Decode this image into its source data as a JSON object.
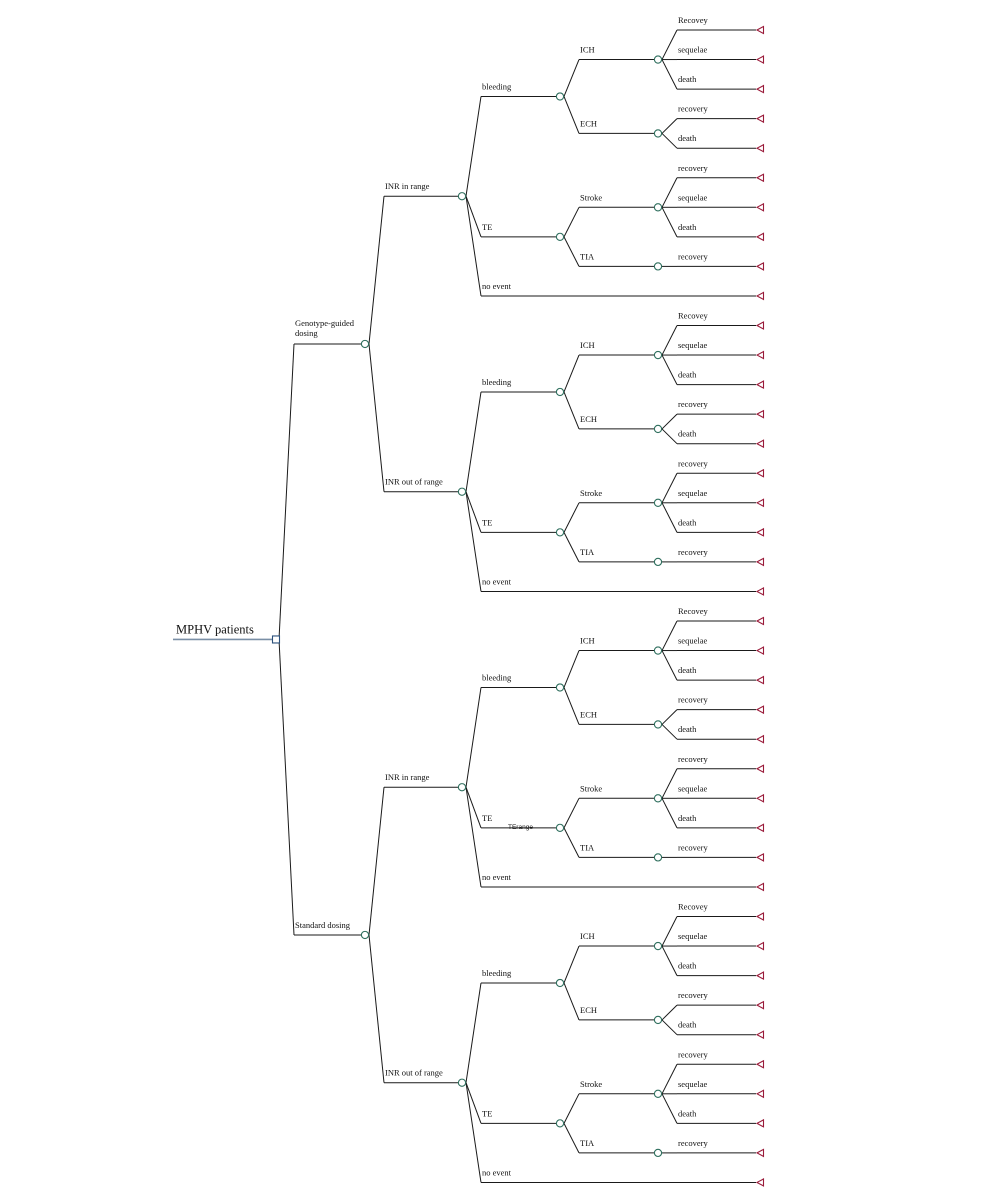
{
  "colors": {
    "line": "#1a1a1a",
    "decision_node": "#2a4f7a",
    "chance_node": "#2f6f5e",
    "terminal_node": "#9a1b3a",
    "root_underline": "#7a8fa6"
  },
  "tree": {
    "label": "MPHV patients",
    "node": "decision",
    "children": [
      {
        "label": "Genotype-guided dosing",
        "node": "chance",
        "children": [
          {
            "label": "INR in range",
            "node": "chance",
            "children": [
              {
                "label": "bleeding",
                "node": "chance",
                "children": [
                  {
                    "label": "ICH",
                    "node": "chance",
                    "children": [
                      {
                        "label": "Recovey",
                        "node": "terminal"
                      },
                      {
                        "label": "sequelae",
                        "node": "terminal"
                      },
                      {
                        "label": "death",
                        "node": "terminal"
                      }
                    ]
                  },
                  {
                    "label": "ECH",
                    "node": "chance",
                    "children": [
                      {
                        "label": "recovery",
                        "node": "terminal"
                      },
                      {
                        "label": "death",
                        "node": "terminal"
                      }
                    ]
                  }
                ]
              },
              {
                "label": "TE",
                "node": "chance",
                "children": [
                  {
                    "label": "Stroke",
                    "node": "chance",
                    "children": [
                      {
                        "label": "recovery",
                        "node": "terminal"
                      },
                      {
                        "label": "sequelae",
                        "node": "terminal"
                      },
                      {
                        "label": "death",
                        "node": "terminal"
                      }
                    ]
                  },
                  {
                    "label": "TIA",
                    "node": "chance",
                    "children": [
                      {
                        "label": "recovery",
                        "node": "terminal"
                      }
                    ]
                  }
                ]
              },
              {
                "label": "no event",
                "node": "terminal"
              }
            ]
          },
          {
            "label": "INR out of range",
            "node": "chance",
            "children": [
              {
                "label": "bleeding",
                "node": "chance",
                "children": [
                  {
                    "label": "ICH",
                    "node": "chance",
                    "children": [
                      {
                        "label": "Recovey",
                        "node": "terminal"
                      },
                      {
                        "label": "sequelae",
                        "node": "terminal"
                      },
                      {
                        "label": "death",
                        "node": "terminal"
                      }
                    ]
                  },
                  {
                    "label": "ECH",
                    "node": "chance",
                    "children": [
                      {
                        "label": "recovery",
                        "node": "terminal"
                      },
                      {
                        "label": "death",
                        "node": "terminal"
                      }
                    ]
                  }
                ]
              },
              {
                "label": "TE",
                "node": "chance",
                "children": [
                  {
                    "label": "Stroke",
                    "node": "chance",
                    "children": [
                      {
                        "label": "recovery",
                        "node": "terminal"
                      },
                      {
                        "label": "sequelae",
                        "node": "terminal"
                      },
                      {
                        "label": "death",
                        "node": "terminal"
                      }
                    ]
                  },
                  {
                    "label": "TIA",
                    "node": "chance",
                    "children": [
                      {
                        "label": "recovery",
                        "node": "terminal"
                      }
                    ]
                  }
                ]
              },
              {
                "label": "no event",
                "node": "terminal"
              }
            ]
          }
        ]
      },
      {
        "label": "Standard dosing",
        "node": "chance",
        "children": [
          {
            "label": "INR in range",
            "node": "chance",
            "children": [
              {
                "label": "bleeding",
                "node": "chance",
                "children": [
                  {
                    "label": "ICH",
                    "node": "chance",
                    "children": [
                      {
                        "label": "Recovey",
                        "node": "terminal"
                      },
                      {
                        "label": "sequelae",
                        "node": "terminal"
                      },
                      {
                        "label": "death",
                        "node": "terminal"
                      }
                    ]
                  },
                  {
                    "label": "ECH",
                    "node": "chance",
                    "children": [
                      {
                        "label": "recovery",
                        "node": "terminal"
                      },
                      {
                        "label": "death",
                        "node": "terminal"
                      }
                    ]
                  }
                ]
              },
              {
                "label": "TE",
                "node": "chance",
                "annotation": "TErange",
                "children": [
                  {
                    "label": "Stroke",
                    "node": "chance",
                    "children": [
                      {
                        "label": "recovery",
                        "node": "terminal"
                      },
                      {
                        "label": "sequelae",
                        "node": "terminal"
                      },
                      {
                        "label": "death",
                        "node": "terminal"
                      }
                    ]
                  },
                  {
                    "label": "TIA",
                    "node": "chance",
                    "children": [
                      {
                        "label": "recovery",
                        "node": "terminal"
                      }
                    ]
                  }
                ]
              },
              {
                "label": "no event",
                "node": "terminal"
              }
            ]
          },
          {
            "label": "INR out of range",
            "node": "chance",
            "children": [
              {
                "label": "bleeding",
                "node": "chance",
                "children": [
                  {
                    "label": "ICH",
                    "node": "chance",
                    "children": [
                      {
                        "label": "Recovey",
                        "node": "terminal"
                      },
                      {
                        "label": "sequelae",
                        "node": "terminal"
                      },
                      {
                        "label": "death",
                        "node": "terminal"
                      }
                    ]
                  },
                  {
                    "label": "ECH",
                    "node": "chance",
                    "children": [
                      {
                        "label": "recovery",
                        "node": "terminal"
                      },
                      {
                        "label": "death",
                        "node": "terminal"
                      }
                    ]
                  }
                ]
              },
              {
                "label": "TE",
                "node": "chance",
                "children": [
                  {
                    "label": "Stroke",
                    "node": "chance",
                    "children": [
                      {
                        "label": "recovery",
                        "node": "terminal"
                      },
                      {
                        "label": "sequelae",
                        "node": "terminal"
                      },
                      {
                        "label": "death",
                        "node": "terminal"
                      }
                    ]
                  },
                  {
                    "label": "TIA",
                    "node": "chance",
                    "children": [
                      {
                        "label": "recovery",
                        "node": "terminal"
                      }
                    ]
                  }
                ]
              },
              {
                "label": "no event",
                "node": "terminal"
              }
            ]
          }
        ]
      }
    ]
  }
}
